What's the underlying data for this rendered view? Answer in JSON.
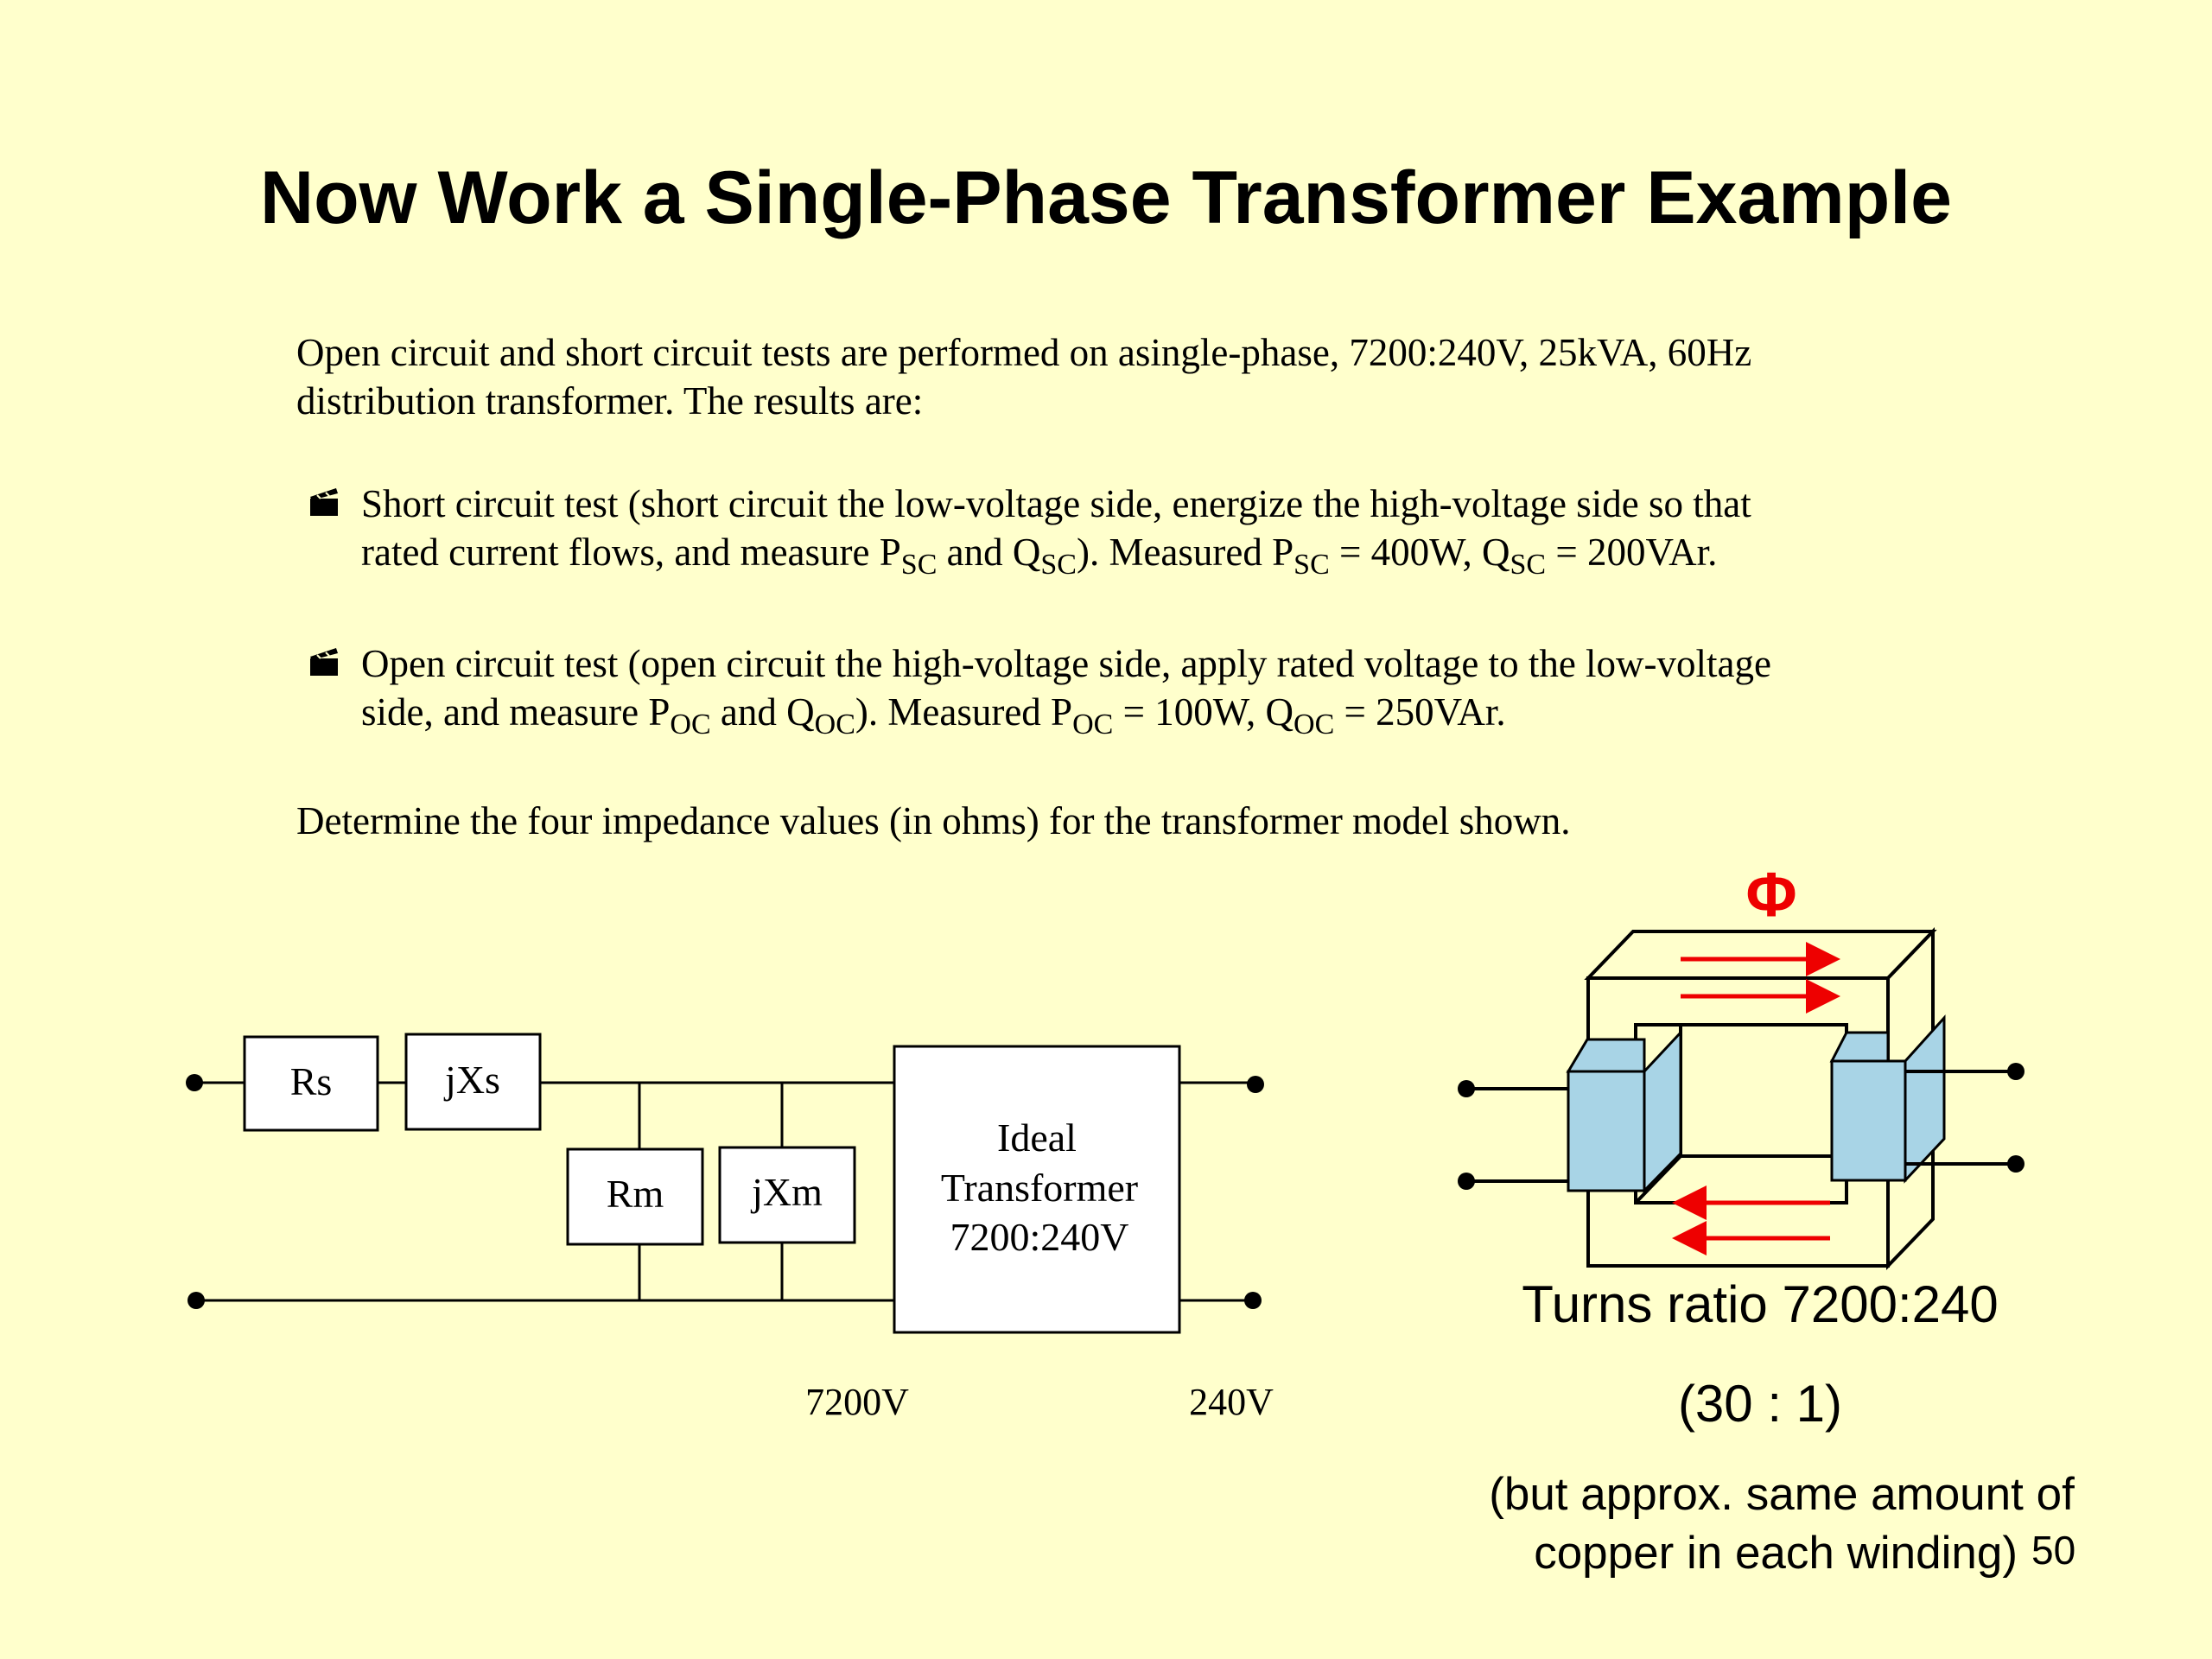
{
  "title": "Now Work a Single-Phase Transformer Example",
  "intro": {
    "line1": "Open circuit and short circuit tests are performed on asingle-phase, 7200:240V, 25kVA, 60Hz",
    "line2": "distribution transformer.  The results are:"
  },
  "bullets": [
    {
      "icon": "clapperboard-icon",
      "line1": "Short circuit test (short circuit the low-voltage side, energize the high-voltage side so that",
      "line2_a": "rated current flows, and measure P",
      "sub1": "SC",
      "line2_b": " and Q",
      "sub2": "SC",
      "line2_c": ").  Measured P",
      "sub3": "SC",
      "line2_d": " = 400W, Q",
      "sub4": "SC",
      "line2_e": " = 200VAr."
    },
    {
      "icon": "clapperboard-icon",
      "line1": "Open circuit test (open circuit the high-voltage side, apply rated voltage to the low-voltage",
      "line2_a": "side, and measure P",
      "sub1": "OC",
      "line2_b": " and Q",
      "sub2": "OC",
      "line2_c": ").  Measured P",
      "sub3": "OC",
      "line2_d": " = 100W, Q",
      "sub4": "OC",
      "line2_e": " = 250VAr."
    }
  ],
  "question": "Determine the four impedance values (in ohms) for the transformer model shown.",
  "circuit": {
    "rs": "Rs",
    "jxs": "jXs",
    "rm": "Rm",
    "jxm": "jXm",
    "ideal_line1": "Ideal",
    "ideal_line2": "Transformer",
    "ideal_line3": "7200:240V",
    "primary_voltage": "7200V",
    "secondary_voltage": "240V"
  },
  "core": {
    "flux_symbol": "Φ",
    "turns_ratio": "Turns ratio 7200:240",
    "ratio_simplified": "(30 : 1)",
    "note_line1": "(but approx. same amount of",
    "note_line2": "copper in each winding)"
  },
  "page_number": "50",
  "colors": {
    "background": "#FFFFCC",
    "flux_red": "#EE0000",
    "coil_blue": "#A8D4E6"
  }
}
